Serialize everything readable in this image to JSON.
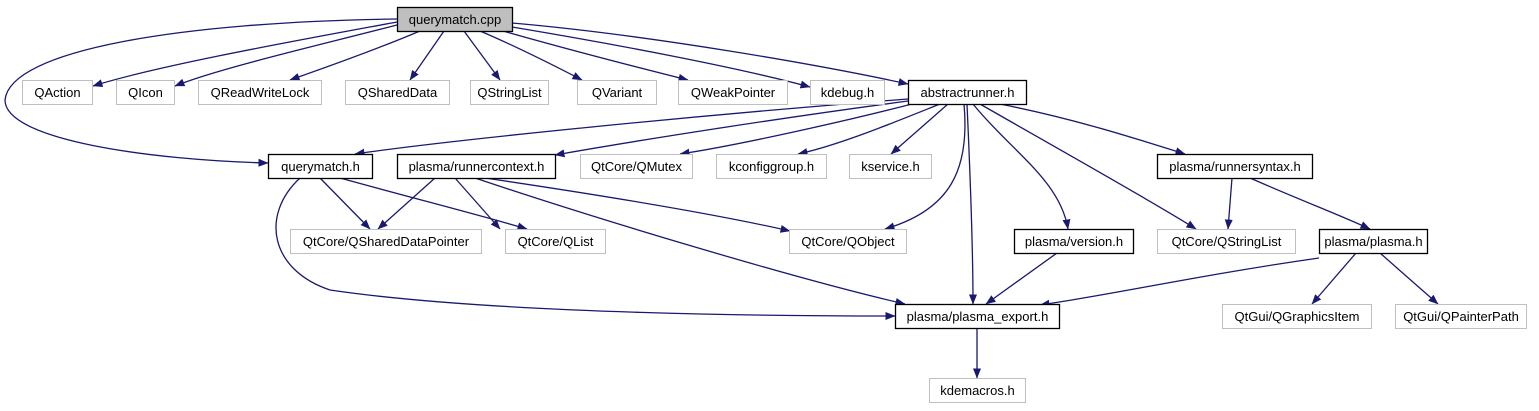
{
  "diagram": {
    "type": "include-dependency-graph",
    "root": "querymatch.cpp",
    "colors": {
      "edge": "#191970",
      "root_fill": "#bfbfbf",
      "root_stroke": "#000000",
      "documented_stroke": "#000000",
      "external_stroke": "#bfbfbf",
      "node_fill": "#ffffff"
    },
    "nodes": [
      {
        "id": "querymatch_cpp",
        "label": "querymatch.cpp",
        "kind": "root"
      },
      {
        "id": "QAction",
        "label": "QAction",
        "kind": "external"
      },
      {
        "id": "QIcon",
        "label": "QIcon",
        "kind": "external"
      },
      {
        "id": "QReadWriteLock",
        "label": "QReadWriteLock",
        "kind": "external"
      },
      {
        "id": "QSharedData",
        "label": "QSharedData",
        "kind": "external"
      },
      {
        "id": "QStringList",
        "label": "QStringList",
        "kind": "external"
      },
      {
        "id": "QVariant",
        "label": "QVariant",
        "kind": "external"
      },
      {
        "id": "QWeakPointer",
        "label": "QWeakPointer",
        "kind": "external"
      },
      {
        "id": "kdebug_h",
        "label": "kdebug.h",
        "kind": "external"
      },
      {
        "id": "abstractrunner_h",
        "label": "abstractrunner.h",
        "kind": "documented"
      },
      {
        "id": "querymatch_h",
        "label": "querymatch.h",
        "kind": "documented"
      },
      {
        "id": "runnercontext_h",
        "label": "plasma/runnercontext.h",
        "kind": "documented"
      },
      {
        "id": "QtCore_QMutex",
        "label": "QtCore/QMutex",
        "kind": "external"
      },
      {
        "id": "kconfiggroup_h",
        "label": "kconfiggroup.h",
        "kind": "external"
      },
      {
        "id": "kservice_h",
        "label": "kservice.h",
        "kind": "external"
      },
      {
        "id": "runnersyntax_h",
        "label": "plasma/runnersyntax.h",
        "kind": "documented"
      },
      {
        "id": "QtCore_QSharedDataPointer",
        "label": "QtCore/QSharedDataPointer",
        "kind": "external"
      },
      {
        "id": "QtCore_QList",
        "label": "QtCore/QList",
        "kind": "external"
      },
      {
        "id": "QtCore_QObject",
        "label": "QtCore/QObject",
        "kind": "external"
      },
      {
        "id": "version_h",
        "label": "plasma/version.h",
        "kind": "documented"
      },
      {
        "id": "QtCore_QStringList",
        "label": "QtCore/QStringList",
        "kind": "external"
      },
      {
        "id": "plasma_h",
        "label": "plasma/plasma.h",
        "kind": "documented"
      },
      {
        "id": "plasma_export_h",
        "label": "plasma/plasma_export.h",
        "kind": "documented"
      },
      {
        "id": "QtGui_QGraphicsItem",
        "label": "QtGui/QGraphicsItem",
        "kind": "external"
      },
      {
        "id": "QtGui_QPainterPath",
        "label": "QtGui/QPainterPath",
        "kind": "external"
      },
      {
        "id": "kdemacros_h",
        "label": "kdemacros.h",
        "kind": "external"
      }
    ],
    "edges": [
      {
        "from": "querymatch_cpp",
        "to": "QAction"
      },
      {
        "from": "querymatch_cpp",
        "to": "QIcon"
      },
      {
        "from": "querymatch_cpp",
        "to": "QReadWriteLock"
      },
      {
        "from": "querymatch_cpp",
        "to": "QSharedData"
      },
      {
        "from": "querymatch_cpp",
        "to": "QStringList"
      },
      {
        "from": "querymatch_cpp",
        "to": "QVariant"
      },
      {
        "from": "querymatch_cpp",
        "to": "QWeakPointer"
      },
      {
        "from": "querymatch_cpp",
        "to": "kdebug_h"
      },
      {
        "from": "querymatch_cpp",
        "to": "abstractrunner_h"
      },
      {
        "from": "querymatch_cpp",
        "to": "querymatch_h"
      },
      {
        "from": "abstractrunner_h",
        "to": "querymatch_h"
      },
      {
        "from": "abstractrunner_h",
        "to": "runnercontext_h"
      },
      {
        "from": "abstractrunner_h",
        "to": "QtCore_QMutex"
      },
      {
        "from": "abstractrunner_h",
        "to": "kconfiggroup_h"
      },
      {
        "from": "abstractrunner_h",
        "to": "kservice_h"
      },
      {
        "from": "abstractrunner_h",
        "to": "QtCore_QObject"
      },
      {
        "from": "abstractrunner_h",
        "to": "plasma_export_h"
      },
      {
        "from": "abstractrunner_h",
        "to": "version_h"
      },
      {
        "from": "abstractrunner_h",
        "to": "QtCore_QStringList"
      },
      {
        "from": "abstractrunner_h",
        "to": "runnersyntax_h"
      },
      {
        "from": "querymatch_h",
        "to": "QtCore_QSharedDataPointer"
      },
      {
        "from": "querymatch_h",
        "to": "QtCore_QList"
      },
      {
        "from": "querymatch_h",
        "to": "plasma_export_h"
      },
      {
        "from": "runnercontext_h",
        "to": "QtCore_QSharedDataPointer"
      },
      {
        "from": "runnercontext_h",
        "to": "QtCore_QList"
      },
      {
        "from": "runnercontext_h",
        "to": "QtCore_QObject"
      },
      {
        "from": "runnercontext_h",
        "to": "plasma_export_h"
      },
      {
        "from": "runnersyntax_h",
        "to": "QtCore_QStringList"
      },
      {
        "from": "runnersyntax_h",
        "to": "plasma_h"
      },
      {
        "from": "version_h",
        "to": "plasma_export_h"
      },
      {
        "from": "plasma_h",
        "to": "plasma_export_h"
      },
      {
        "from": "plasma_h",
        "to": "QtGui_QGraphicsItem"
      },
      {
        "from": "plasma_h",
        "to": "QtGui_QPainterPath"
      },
      {
        "from": "plasma_export_h",
        "to": "kdemacros_h"
      }
    ]
  }
}
